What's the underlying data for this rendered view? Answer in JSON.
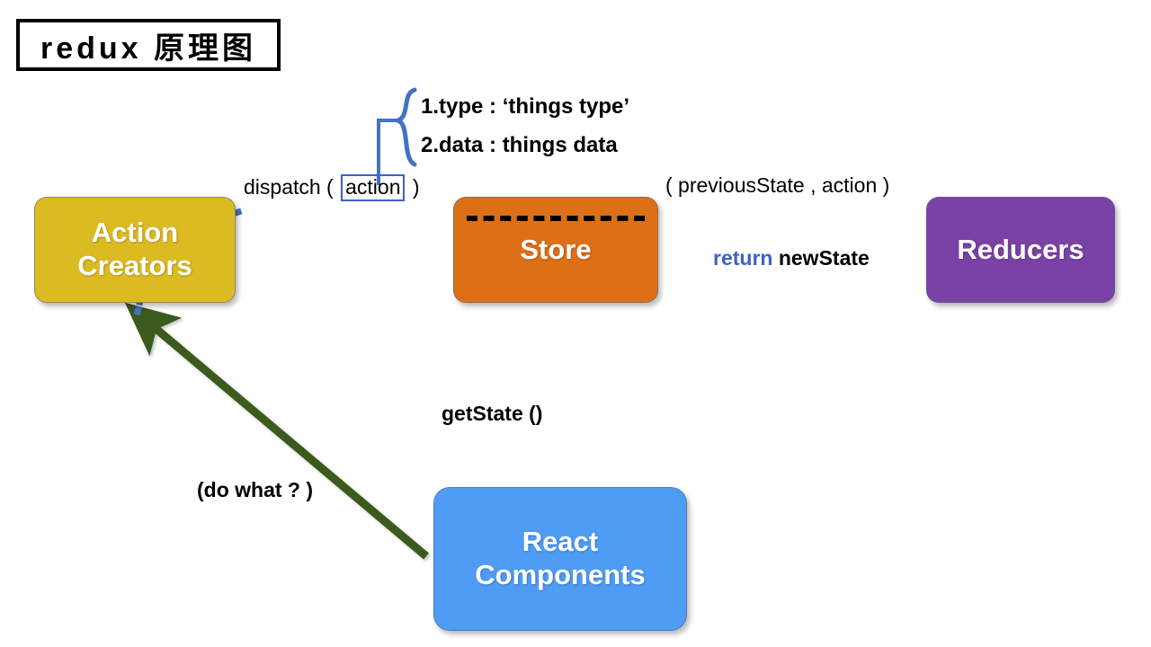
{
  "title": {
    "text": "redux 原理图"
  },
  "nodes": {
    "action_creators": {
      "line1": "Action",
      "line2": "Creators",
      "color": "#DCBB22"
    },
    "store": {
      "line1": "Store",
      "color": "#DD7016"
    },
    "reducers": {
      "line1": "Reducers",
      "color": "#7B42A5"
    },
    "react_components": {
      "line1": "React",
      "line2": "Components",
      "color": "#4F9CF5"
    }
  },
  "labels": {
    "dispatch_prefix": "dispatch ( ",
    "dispatch_action": "action",
    "dispatch_suffix": " )",
    "previous_state": "( previousState , action )",
    "return_keyword": "return",
    "return_value": " newState",
    "get_state": "getState ()",
    "do_what": "(do what ? )"
  },
  "callout": {
    "line1": "1.type : ‘things type’",
    "line2": "2.data :  things data",
    "brace_color": "#3D62C8"
  },
  "colors": {
    "arrow_green": "#3A5A1E",
    "accent_blue": "#3D62C8",
    "dotted_blue": "#4472C4",
    "black": "#000000"
  },
  "connectors": [
    {
      "name": "dispatch-arrow",
      "from": "action_creators",
      "to": "store",
      "style": "solid-arrow",
      "color": "#3A5A1E"
    },
    {
      "name": "previous-state-arrow",
      "from": "store",
      "to": "reducers",
      "style": "solid-arrow",
      "color": "#3A5A1E"
    },
    {
      "name": "return-newstate-arrow",
      "from": "reducers",
      "to": "store",
      "style": "solid-arrow",
      "color": "#3A5A1E"
    },
    {
      "name": "getstate-arrow",
      "from": "store",
      "to": "react_components",
      "style": "solid-arrow",
      "color": "#3A5A1E"
    },
    {
      "name": "do-what-arrow",
      "from": "react_components",
      "to": "action_creators",
      "style": "solid-arrow",
      "color": "#3A5A1E"
    },
    {
      "name": "action-dotted-curve",
      "from": "action_creators",
      "to": "dispatch-arrow",
      "style": "dotted-curve",
      "color": "#4472C4"
    }
  ]
}
